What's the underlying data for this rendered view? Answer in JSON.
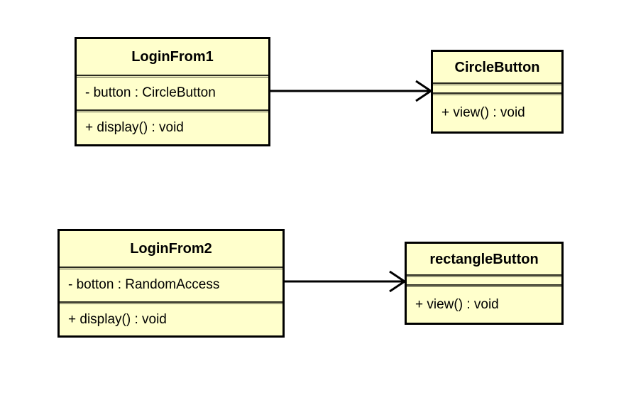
{
  "diagram": {
    "type": "uml-class-diagram",
    "background_color": "#ffffff",
    "class_fill_color": "#ffffcc",
    "class_border_color": "#000000",
    "classes": [
      {
        "id": "loginfrom1",
        "name": "LoginFrom1",
        "attributes": [
          "- button : CircleButton"
        ],
        "operations": [
          "+ display() : void"
        ]
      },
      {
        "id": "circlebutton",
        "name": "CircleButton",
        "attributes": [],
        "operations": [
          "+ view() : void"
        ]
      },
      {
        "id": "loginfrom2",
        "name": "LoginFrom2",
        "attributes": [
          "- botton : RandomAccess"
        ],
        "operations": [
          "+ display() : void"
        ]
      },
      {
        "id": "rectanglebutton",
        "name": "rectangleButton",
        "attributes": [],
        "operations": [
          "+ view() : void"
        ]
      }
    ],
    "associations": [
      {
        "id": "assoc-loginfrom1-circlebutton",
        "from": "LoginFrom1",
        "to": "CircleButton",
        "style": "open-arrow",
        "label": ""
      },
      {
        "id": "assoc-loginfrom2-rectanglebutton",
        "from": "LoginFrom2",
        "to": "rectangleButton",
        "style": "open-arrow",
        "label": ""
      }
    ]
  }
}
